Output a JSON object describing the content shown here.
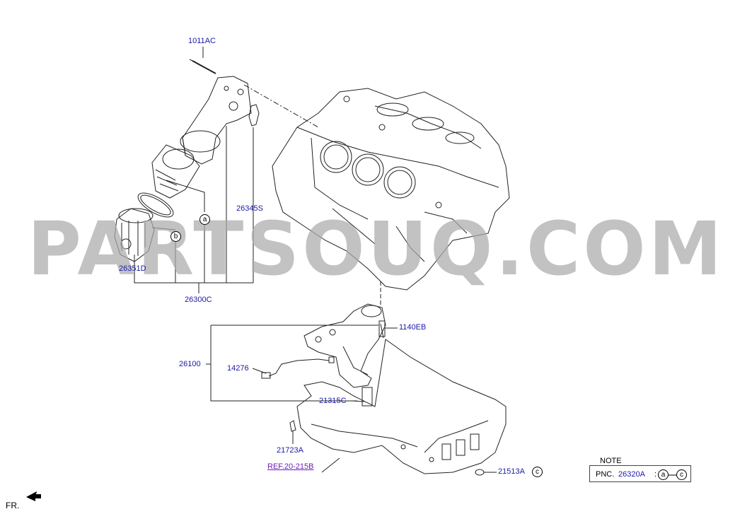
{
  "watermark": "PARTSOUQ.COM",
  "labels": {
    "p1011AC": "1011AC",
    "p26345S": "26345S",
    "p26351D": "26351D",
    "p26300C": "26300C",
    "p1140EB": "1140EB",
    "p26100": "26100",
    "p14276": "14276",
    "p21315C": "21315C",
    "p21723A": "21723A",
    "p21513A": "21513A"
  },
  "callouts": {
    "a": "a",
    "b": "b",
    "c": "c"
  },
  "ref_link": "REF.20-215B",
  "note": {
    "title": "NOTE",
    "pnc_label": "PNC.",
    "pnc_value": "26320A",
    "separator": ":",
    "from": "a",
    "to": "c"
  },
  "direction": {
    "label": "FR."
  }
}
